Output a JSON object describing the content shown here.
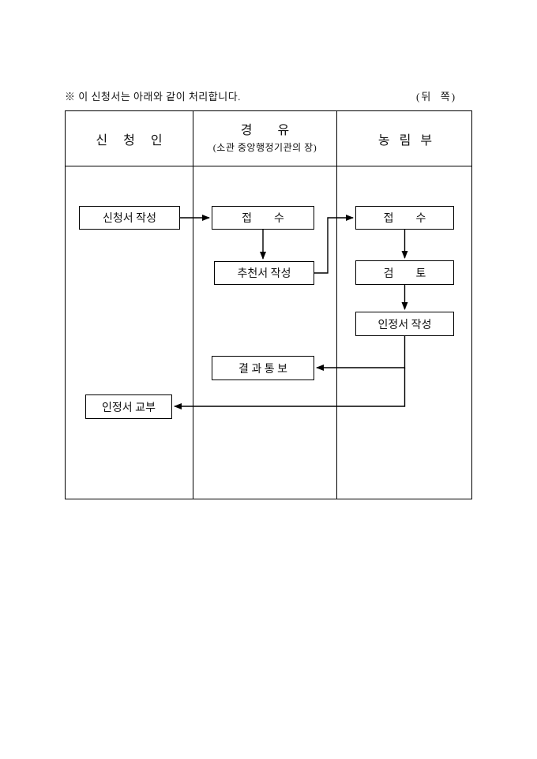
{
  "note": {
    "text": "※ 이 신청서는 아래와 같이 처리합니다.",
    "back_side": "(뒤  쪽)"
  },
  "header": {
    "applicant": "신     청     인",
    "via_title": "경        유",
    "via_subtitle": "(소관 중앙행정기관의 장)",
    "ministry": "농   림   부"
  },
  "flow": {
    "write_application": "신청서 작성",
    "receive_via": "접        수",
    "write_recommendation": "추천서 작성",
    "receive_ministry": "접        수",
    "review": "검        토",
    "write_certificate": "인정서 작성",
    "notify_result": "결 과 통 보",
    "issue_certificate": "인정서 교부"
  },
  "colors": {
    "line": "#000000",
    "background": "#ffffff",
    "text": "#111111"
  }
}
